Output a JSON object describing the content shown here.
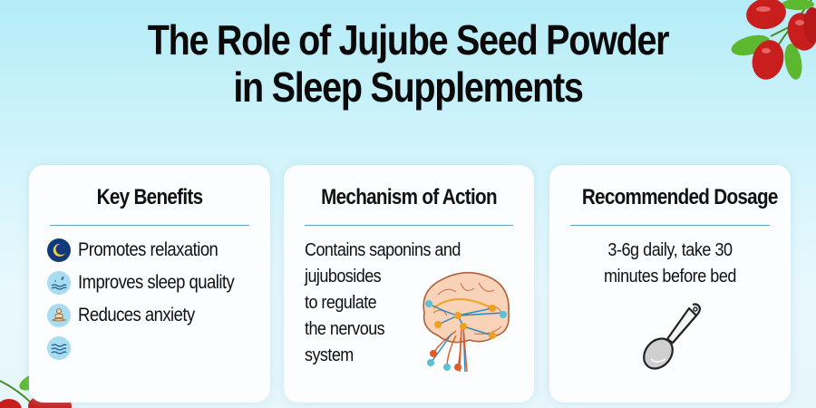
{
  "title": {
    "line1": "The Role of Jujube Seed Powder",
    "line2": "in Sleep Supplements"
  },
  "cards": [
    {
      "heading": "Key Benefits",
      "items": [
        {
          "icon": "moon-icon",
          "label": "Promotes relaxation"
        },
        {
          "icon": "sleep-waves-icon",
          "label": "Improves sleep quality"
        },
        {
          "icon": "meditation-icon",
          "label": "Reduces anxiety"
        },
        {
          "icon": "waves-icon",
          "label": ""
        }
      ]
    },
    {
      "heading": "Mechanism of Action",
      "lines": [
        "Contains saponins and",
        "jujubosides",
        "to regulate",
        "the nervous",
        "system"
      ],
      "illustration": "brain-nerves-icon"
    },
    {
      "heading": "Recommended Dosage",
      "lines": [
        "3-6g daily, take 30",
        "minutes before bed"
      ],
      "illustration": "spoon-icon"
    }
  ],
  "colors": {
    "rule": "#5aa5c8",
    "moon_bg": "#123a7a",
    "moon": "#f4d03f",
    "icon_bg": "#a8dcf0",
    "jujube_red": "#c81e1e",
    "leaf_green": "#5cb82e"
  }
}
